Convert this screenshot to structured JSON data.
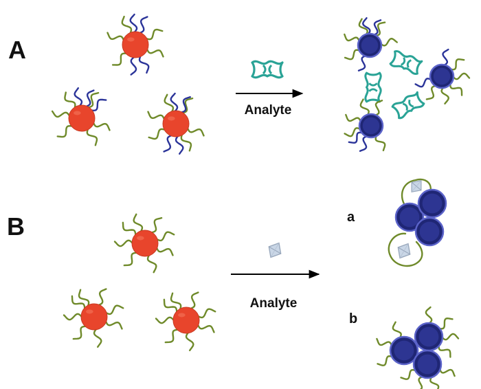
{
  "panels": {
    "A": {
      "label": "A",
      "arrow_label": "Analyte"
    },
    "B": {
      "label": "B",
      "arrow_label": "Analyte",
      "sub_a": "a",
      "sub_b": "b"
    }
  },
  "colors": {
    "nanoparticle_free": "#e8452c",
    "nanoparticle_aggregated": "#2d3592",
    "ligand_green": "#6f8a2a",
    "ligand_blue": "#2b3499",
    "analyte_teal": "#2aa396",
    "analyte_gray": "#c9d6e6"
  },
  "icons": {
    "free_particle": "red-nanoparticle-icon",
    "aggregated_particle": "blue-nanoparticle-icon",
    "analyte_A": "bidentate-analyte-icon",
    "analyte_B": "diamond-analyte-icon"
  }
}
